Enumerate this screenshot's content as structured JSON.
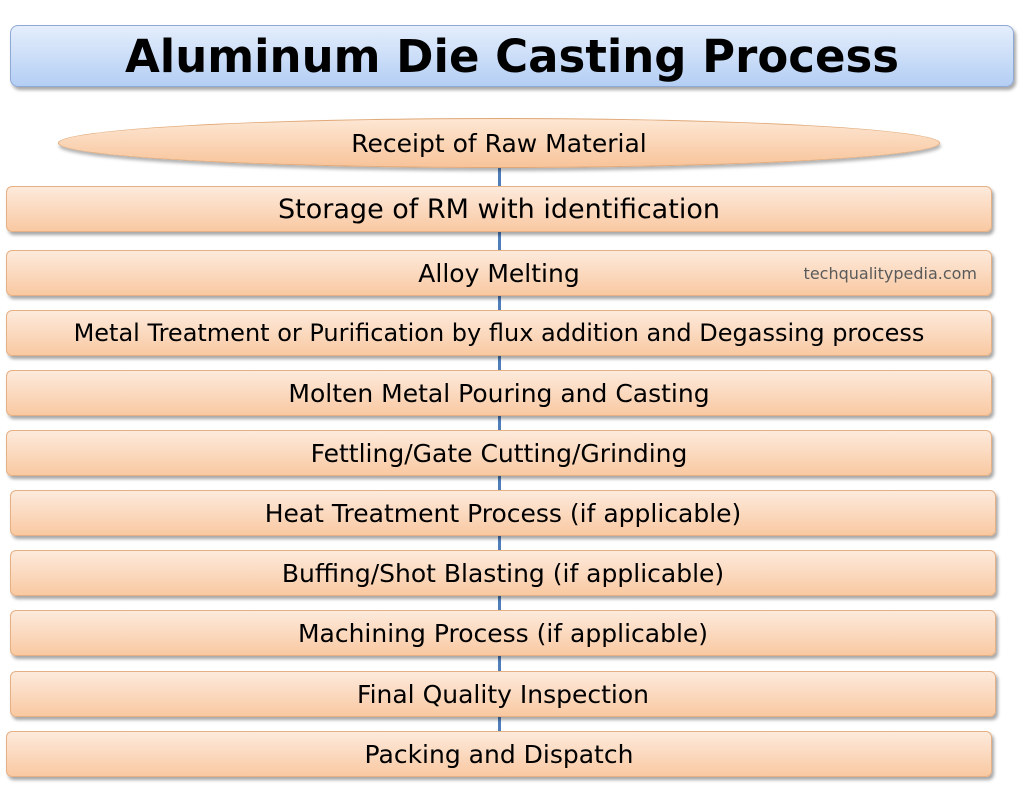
{
  "title": "Aluminum Die Casting Process",
  "start": "Receipt of Raw Material",
  "watermark": "techqualitypedia.com",
  "steps": [
    "Storage of RM with identification",
    "Alloy Melting",
    "Metal Treatment or Purification by flux addition and Degassing process",
    "Molten Metal Pouring and Casting",
    "Fettling/Gate Cutting/Grinding",
    "Heat Treatment Process (if applicable)",
    "Buffing/Shot Blasting (if applicable)",
    "Machining Process (if applicable)",
    "Final Quality Inspection",
    "Packing and Dispatch"
  ],
  "colors": {
    "title_fill": "#c8dbf7",
    "step_fill": "#fbd9bd",
    "connector": "#4f7ebb"
  }
}
